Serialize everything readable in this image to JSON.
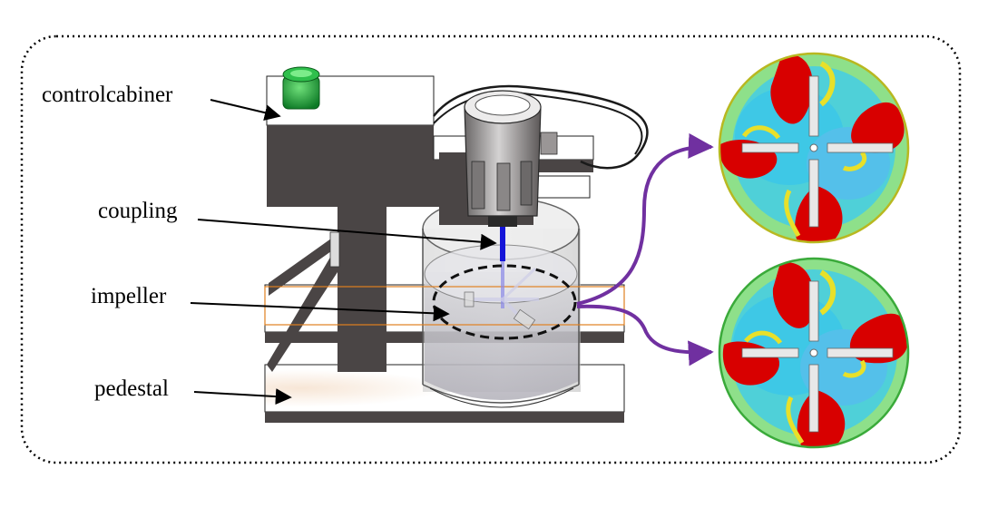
{
  "labels": {
    "control_cabinet": "controlcabiner",
    "coupling": "coupling",
    "impeller": "impeller",
    "pedestal": "pedestal"
  },
  "colors": {
    "frame_dark": "#4a4545",
    "motor_gray": "#9a9696",
    "knob_green": "#1fa53c",
    "shaft_blue": "#1515d8",
    "arrow_purple": "#7030a0",
    "highlight_orange": "#e08020",
    "cfd_red": "#d80000",
    "cfd_cyan": "#3ec8e6",
    "cfd_green": "#8ee08a",
    "cfd_yellow": "#e8e02a",
    "border_dotted": "#000000"
  },
  "icons": {
    "knob": "green-knob-icon",
    "motor": "motor-icon"
  }
}
